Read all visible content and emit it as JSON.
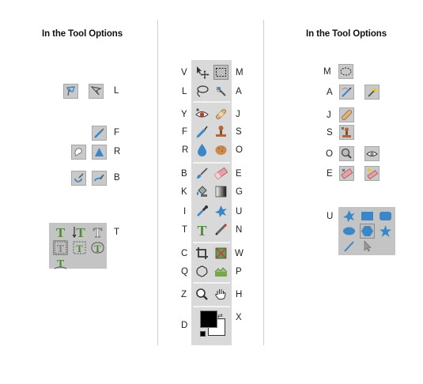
{
  "left_heading": "In the Tool Options",
  "right_heading": "In the Tool Options",
  "toolbar_rows": [
    {
      "left": "V",
      "right": "M"
    },
    {
      "left": "L",
      "right": "A"
    },
    {
      "left": "Y",
      "right": "J"
    },
    {
      "left": "F",
      "right": "S"
    },
    {
      "left": "R",
      "right": "O"
    },
    {
      "left": "B",
      "right": "E"
    },
    {
      "left": "K",
      "right": "G"
    },
    {
      "left": "I",
      "right": "U"
    },
    {
      "left": "T",
      "right": "N"
    },
    {
      "left": "C",
      "right": "W"
    },
    {
      "left": "Q",
      "right": "P"
    },
    {
      "left": "Z",
      "right": "H"
    },
    {
      "left": "D",
      "right": "X"
    }
  ],
  "left_groups": {
    "lasso": "L",
    "blur": "F",
    "smudge": "R",
    "brush": "B",
    "type": "T"
  },
  "right_groups": {
    "marquee": "M",
    "wand": "A",
    "healing": "J",
    "stamp": "S",
    "redeye": "O",
    "eraser": "E",
    "shapes": "U"
  },
  "colors": {
    "panel": "#c4c4c4",
    "toolbar": "#d9d9d9",
    "icon_blue": "#3b86c6",
    "type_green": "#4f8a3a"
  }
}
